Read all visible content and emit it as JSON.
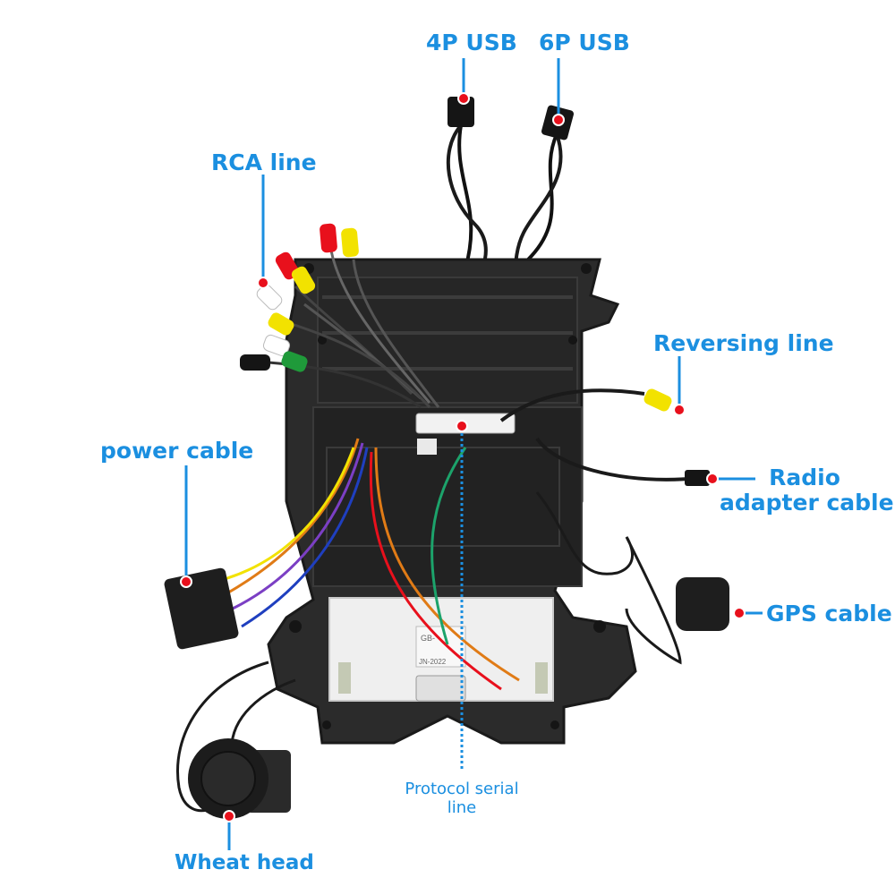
{
  "colors": {
    "accent": "#1b8fe0",
    "marker": "#e8101c",
    "unit_body": "#2b2b2b",
    "background": "#ffffff"
  },
  "labels": {
    "usb4p": "4P USB",
    "usb6p": "6P USB",
    "rca": "RCA line",
    "reversing": "Reversing line",
    "power": "power cable",
    "radio_line1": "Radio",
    "radio_line2": "adapter cable",
    "gps": "GPS cable",
    "protocol_line1": "Protocol serial",
    "protocol_line2": "line",
    "wheat": "Wheat head"
  },
  "sticker": {
    "line1": "GB-",
    "line2": "JN-2022"
  },
  "markers": [
    "usb4p-marker",
    "usb6p-marker",
    "rca-marker",
    "reversing-marker",
    "power-marker",
    "radio-marker",
    "gps-marker",
    "protocol-marker",
    "wheat-marker"
  ]
}
